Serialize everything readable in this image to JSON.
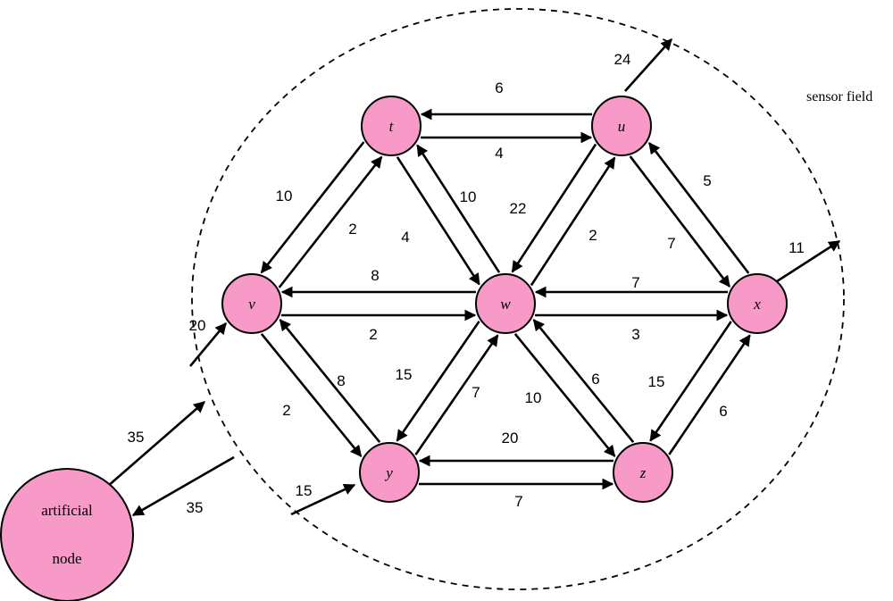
{
  "field_label": "sensor field",
  "nodes": [
    {
      "id": "t",
      "label": "t"
    },
    {
      "id": "u",
      "label": "u"
    },
    {
      "id": "v",
      "label": "v"
    },
    {
      "id": "w",
      "label": "w"
    },
    {
      "id": "x",
      "label": "x"
    },
    {
      "id": "y",
      "label": "y"
    },
    {
      "id": "z",
      "label": "z"
    },
    {
      "id": "art",
      "label_line1": "artificial",
      "label_line2": "node"
    }
  ],
  "edges": [
    {
      "from": "t",
      "to": "u",
      "weight": "6"
    },
    {
      "from": "u",
      "to": "t",
      "weight": "4"
    },
    {
      "from": "v",
      "to": "t",
      "weight": "10"
    },
    {
      "from": "t",
      "to": "v",
      "weight": "2"
    },
    {
      "from": "t",
      "to": "w",
      "weight": "10"
    },
    {
      "from": "w",
      "to": "t",
      "weight": "4"
    },
    {
      "from": "w",
      "to": "u",
      "weight": "22"
    },
    {
      "from": "u",
      "to": "w",
      "weight": "2"
    },
    {
      "from": "u",
      "to": "x",
      "weight": "5"
    },
    {
      "from": "x",
      "to": "u",
      "weight": "7"
    },
    {
      "from": "v",
      "to": "w",
      "weight": "8"
    },
    {
      "from": "w",
      "to": "v",
      "weight": "2"
    },
    {
      "from": "w",
      "to": "x",
      "weight": "7"
    },
    {
      "from": "x",
      "to": "w",
      "weight": "3"
    },
    {
      "from": "v",
      "to": "y",
      "weight": "8"
    },
    {
      "from": "y",
      "to": "v",
      "weight": "2"
    },
    {
      "from": "y",
      "to": "w",
      "weight": "15"
    },
    {
      "from": "w",
      "to": "y",
      "weight": "7"
    },
    {
      "from": "z",
      "to": "w",
      "weight": "10"
    },
    {
      "from": "w",
      "to": "z",
      "weight": "6"
    },
    {
      "from": "z",
      "to": "x",
      "weight": "15"
    },
    {
      "from": "x",
      "to": "z",
      "weight": "6"
    },
    {
      "from": "y",
      "to": "z",
      "weight": "20"
    },
    {
      "from": "z",
      "to": "y",
      "weight": "7"
    }
  ],
  "boundary_edges": [
    {
      "id": "u-out",
      "weight": "24"
    },
    {
      "id": "x-out",
      "weight": "11"
    },
    {
      "id": "in-v",
      "weight": "20"
    },
    {
      "id": "in-y",
      "weight": "15"
    },
    {
      "id": "art-out",
      "weight": "35"
    },
    {
      "id": "art-in",
      "weight": "35"
    }
  ]
}
